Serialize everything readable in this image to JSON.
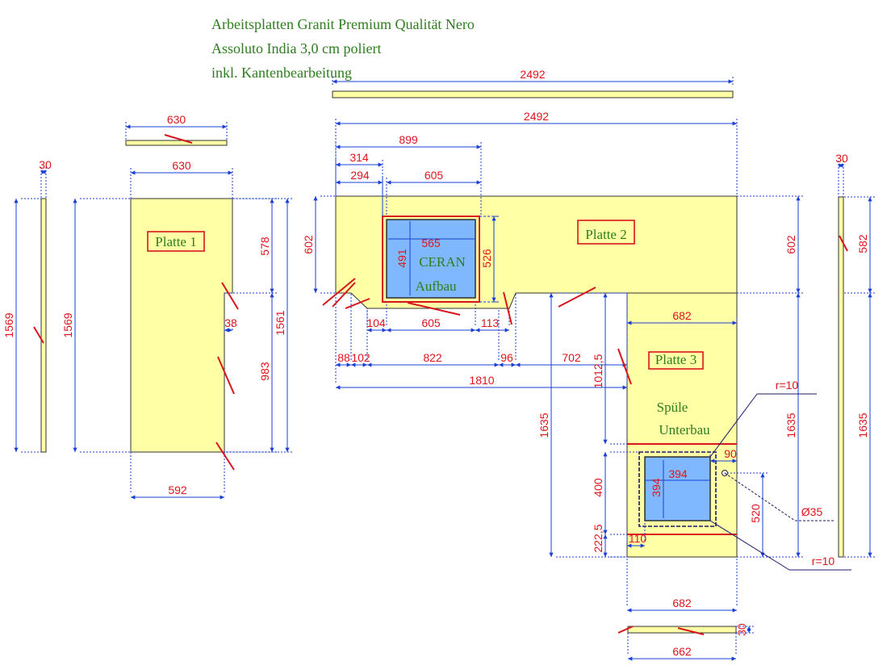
{
  "header": {
    "title_lines": [
      "Arbeitsplatten Granit Premium Qualität Nero",
      "Assoluto India 3,0 cm poliert",
      "inkl. Kantenbearbeitung"
    ]
  },
  "labels": {
    "platte1": "Platte 1",
    "platte2": "Platte 2",
    "platte3": "Platte 3",
    "ceran_1": "CERAN",
    "ceran_2": "Aufbau",
    "spuele_1": "Spüle",
    "spuele_2": "Unterbau",
    "r_top": "r=10",
    "r_bottom": "r=10",
    "diameter": "Ø35"
  },
  "dimensions": {
    "top_strip": "2492",
    "p2_width": "2492",
    "p1_strip": "630",
    "p1_width": "630",
    "d899": "899",
    "d314": "314",
    "d294": "294",
    "d605_top": "605",
    "p2_depth_left": "602",
    "hob_w": "565",
    "hob_h": "491",
    "cut_526": "526",
    "d104": "104",
    "d605_bottom": "605",
    "d113": "113",
    "d88": "88",
    "d102": "102",
    "d822": "822",
    "d96": "96",
    "d702": "702",
    "d1810": "1810",
    "p3_width_top": "682",
    "d1012": "1012,5",
    "d1635_left": "1635",
    "p2_depth_right": "602",
    "d1635_right": "1635",
    "sink_w": "394",
    "sink_h": "394",
    "d90": "90",
    "d400": "400",
    "d222": "222,5",
    "d110": "110",
    "d520": "520",
    "p3_width_bottom": "682",
    "p3_strip_w": "662",
    "p3_strip_thk": "30",
    "left_strip_thk": "30",
    "left_strip_len": "1569",
    "p1_height": "1569",
    "d578": "578",
    "d38": "38",
    "d983": "983",
    "d1561": "1561",
    "p1_bottom": "592",
    "right_strip_thk": "30",
    "d582": "582",
    "right_strip_len": "1635"
  },
  "colors": {
    "panel": "#ffffa6",
    "dimension": "#1a3fd6",
    "dim_text": "#e0141c",
    "label_green": "#2e7d1e",
    "cutout_blue": "#80b8ff",
    "red": "#d8141c"
  }
}
